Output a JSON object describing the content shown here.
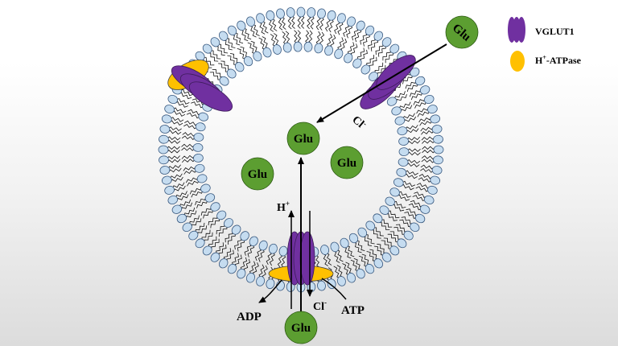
{
  "legend": {
    "vglut1_label": "VGLUT1",
    "atpase_label_prefix": "H",
    "atpase_label_sup": "+",
    "atpase_label_suffix": "-ATPase"
  },
  "molecules": {
    "glu": "Glu"
  },
  "labels": {
    "h_ion": "H",
    "h_ion_sup": "+",
    "cl_ion": "Cl",
    "cl_ion_sup": "-",
    "adp": "ADP",
    "atp": "ATP"
  },
  "colors": {
    "vglut1": "#7030a0",
    "atpase": "#ffc000",
    "glu": "#5c9e31",
    "lipid_head": "#c5dcf0",
    "lipid_outline": "#3a5a80",
    "arrow": "#000000"
  }
}
